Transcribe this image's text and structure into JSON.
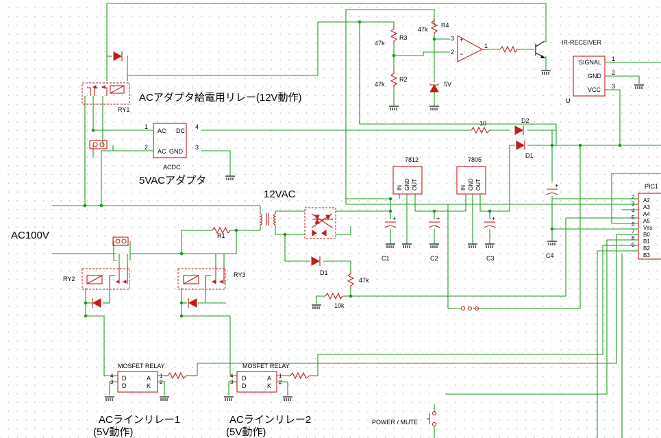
{
  "labels": {
    "r3": "R3",
    "r3v": "47k",
    "r2": "R2",
    "r2v": "47k",
    "r4": "R4",
    "r4v": "47k",
    "z5v": "5V",
    "opamp_p3": "3",
    "opamp_p2": "2",
    "opamp_p1": "1",
    "ir_title": "IR-RECEIVER",
    "ir_signal": "SIGNAL",
    "ir_gnd": "GND",
    "ir_vcc": "VCC",
    "ir_p1": "1",
    "ir_p2": "2",
    "ir_p3": "3",
    "ir_u": "U",
    "ry1": "RY1",
    "ry1_desc": "ACアダプタ給電用リレー(12V動作)",
    "acdc_ac1": "AC",
    "acdc_dc": "DC",
    "acdc_ac2": "AC",
    "acdc_gnd": "GND",
    "acdc_p1": "1",
    "acdc_p2": "2",
    "acdc_p3": "3",
    "acdc_p4": "4",
    "acdc_name": "ACDC",
    "acdc_desc": "5VACアダプタ",
    "r10": "10",
    "d2": "D2",
    "d1_top": "D1",
    "reg7812": "7812",
    "reg7805": "7805",
    "reg_in": "IN",
    "reg_gnd": "GND",
    "reg_out": "OUT",
    "vac12": "12VAC",
    "ac100v": "AC100V",
    "r1": "R1",
    "c1": "C1",
    "c2": "C2",
    "c3": "C3",
    "c4": "C4",
    "ry2": "RY2",
    "ry3": "RY3",
    "d1_mid": "D1",
    "r47k": "47k",
    "r10k": "10k",
    "pic": "PIC1",
    "pic_pins": [
      "A2",
      "A3",
      "A4",
      "A5",
      "Vss",
      "B0",
      "B1",
      "B2",
      "B3"
    ],
    "pic_nums": [
      "2",
      "3",
      "4",
      "5",
      "6",
      "7",
      "8",
      "9"
    ],
    "mos1_title": "MOSFET RELAY",
    "mos2_title": "MOSFET RELAY",
    "mos_d": "D",
    "mos_a": "A",
    "mos_k": "K",
    "mos_p4": "4",
    "mos_p3": "3",
    "mos_p1": "1",
    "mos_p2": "2",
    "relay1_desc": "ACラインリレー1",
    "relay1_sub": "(5V動作)",
    "relay2_desc": "ACラインリレー2",
    "relay2_sub": "(5V動作)",
    "power_mute": "POWER / MUTE"
  }
}
